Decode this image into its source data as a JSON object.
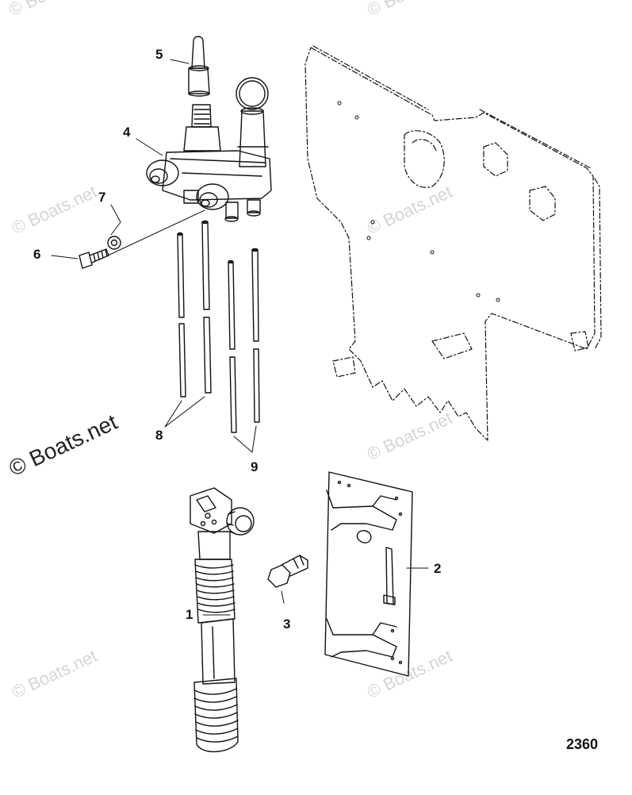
{
  "diagram": {
    "callouts": {
      "c1": "1",
      "c2": "2",
      "c3": "3",
      "c4": "4",
      "c5": "5",
      "c6": "6",
      "c7": "7",
      "c8": "8",
      "c9": "9"
    },
    "figure_number": "2360",
    "watermark": {
      "faint": "© Boats.net",
      "bold": "© Boats.net"
    }
  }
}
